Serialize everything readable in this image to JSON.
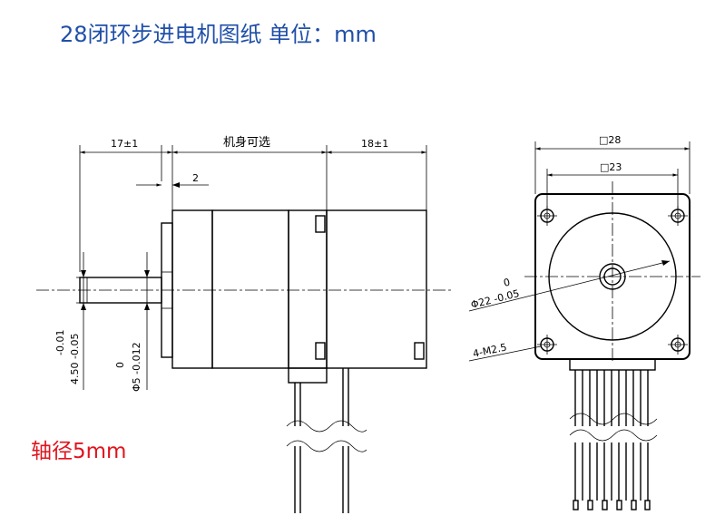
{
  "title": "28闭环步进电机图纸  单位：mm",
  "shaft_note": "轴径5mm",
  "dimensions": {
    "shaft_length": "17±1",
    "body_length": "机身可选",
    "encoder_length": "18±1",
    "shoulder": "2",
    "flat_tol_upper": "-0.01",
    "flat_tol_lower": "4.50 -0.05",
    "shaft_tol_upper": "0",
    "shaft_tol_lower": "Φ5 -0.012",
    "flange_outer": "□28",
    "hole_spacing": "□23",
    "pilot_tol_upper": "0",
    "pilot_dia": "Φ22 -0.05",
    "mount_holes": "4-M2.5"
  },
  "colors": {
    "title": "#1f4fa8",
    "note": "#e0141e",
    "line": "#000000"
  }
}
